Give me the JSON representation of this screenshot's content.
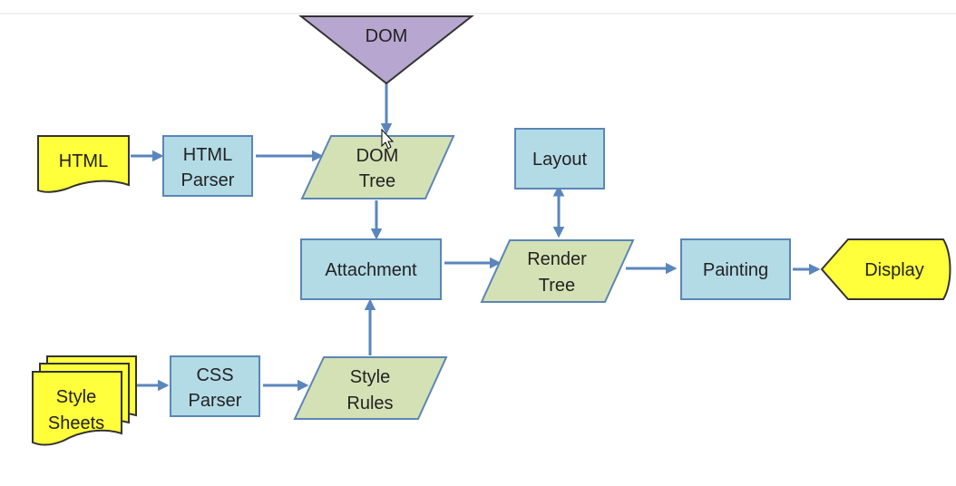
{
  "nodes": {
    "dom": "DOM",
    "html": "HTML",
    "html_parser": [
      "HTML",
      "Parser"
    ],
    "dom_tree": [
      "DOM",
      "Tree"
    ],
    "layout": "Layout",
    "attachment": "Attachment",
    "render_tree": [
      "Render",
      "Tree"
    ],
    "painting": "Painting",
    "display": "Display",
    "style_sheets": [
      "Style",
      "Sheets"
    ],
    "css_parser": [
      "CSS",
      "Parser"
    ],
    "style_rules": [
      "Style",
      "Rules"
    ]
  },
  "colors": {
    "process_fill": "#b3dbe6",
    "process_stroke": "#5b86b5",
    "data_fill": "#d4e1b5",
    "document_fill": "#ffff3b",
    "merge_fill": "#b7a6cf",
    "arrow": "#5a86bd",
    "outline": "#333333"
  },
  "shapes": {
    "dom": "inverted-triangle",
    "html": "document",
    "style_sheets": "multi-document",
    "process": "rectangle",
    "data": "parallelogram",
    "display": "display-shape"
  }
}
